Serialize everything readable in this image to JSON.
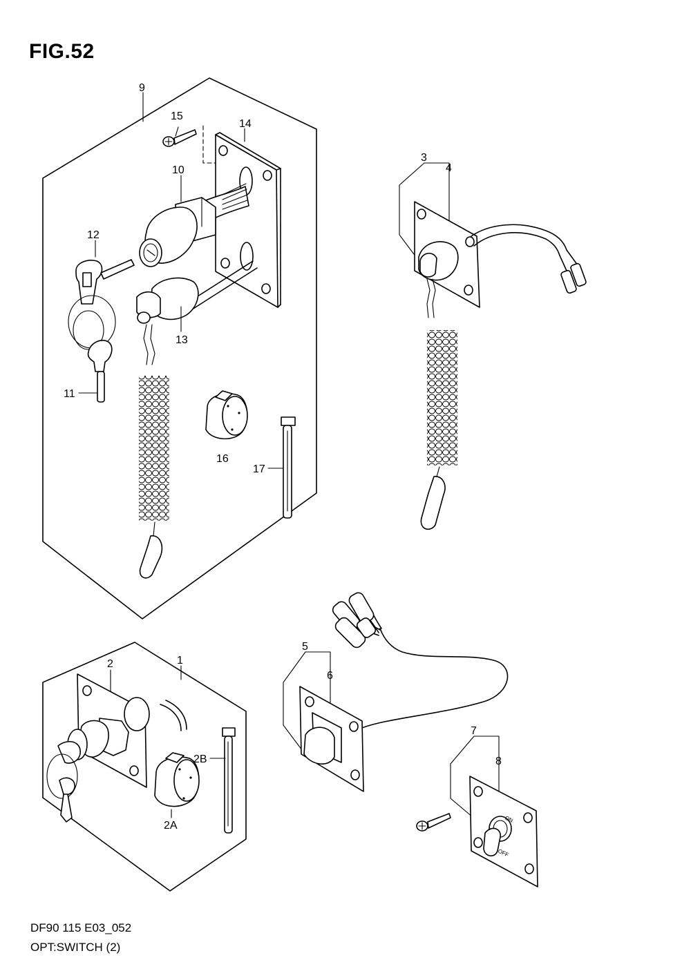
{
  "figure": {
    "title": "FIG.52"
  },
  "footer": {
    "model_line": "DF90 115 E03_052",
    "caption": "OPT:SWITCH (2)"
  },
  "callouts": {
    "c1": "1",
    "c2": "2",
    "c2A": "2A",
    "c2B": "2B",
    "c3": "3",
    "c4": "4",
    "c5": "5",
    "c6": "6",
    "c7": "7",
    "c8": "8",
    "c9": "9",
    "c10": "10",
    "c11": "11",
    "c12": "12",
    "c13": "13",
    "c14": "14",
    "c15": "15",
    "c16": "16",
    "c17": "17"
  },
  "switch_marks": {
    "on": "ON",
    "off": "OFF"
  }
}
